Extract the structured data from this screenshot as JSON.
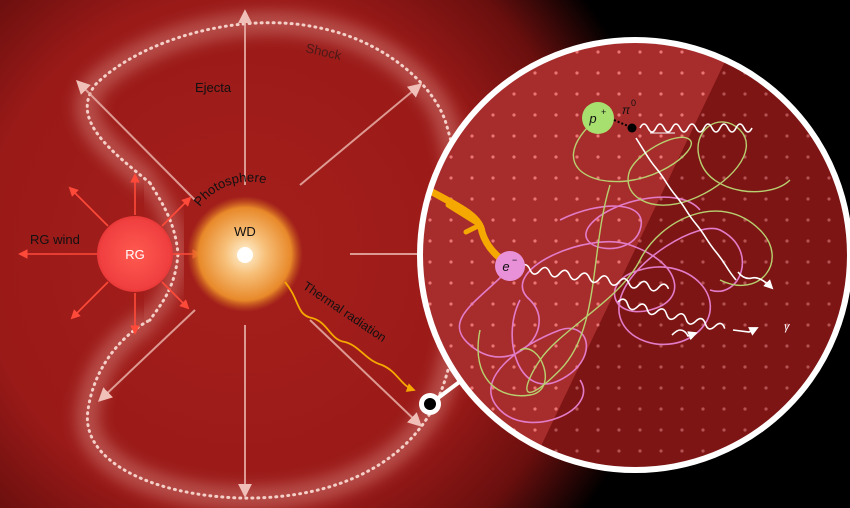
{
  "labels": {
    "shock": "Shock",
    "ejecta": "Ejecta",
    "photosphere": "Photosphere",
    "rg_wind": "RG wind",
    "rg": "RG",
    "wd": "WD",
    "thermal_radiation": "Thermal radiation",
    "proton": "p",
    "proton_sup": "+",
    "pion": "π",
    "pion_sup": "0",
    "electron": "e",
    "electron_sup": "−",
    "gamma": "γ"
  },
  "colors": {
    "background": "#9e1b1a",
    "outer": "#000000",
    "rg": "#f04040",
    "wd_halo": "#e8892a",
    "shock": "#f0c8c0",
    "electron": "#e890d8",
    "proton": "#a8e070",
    "photon_path": "#f5b800"
  }
}
